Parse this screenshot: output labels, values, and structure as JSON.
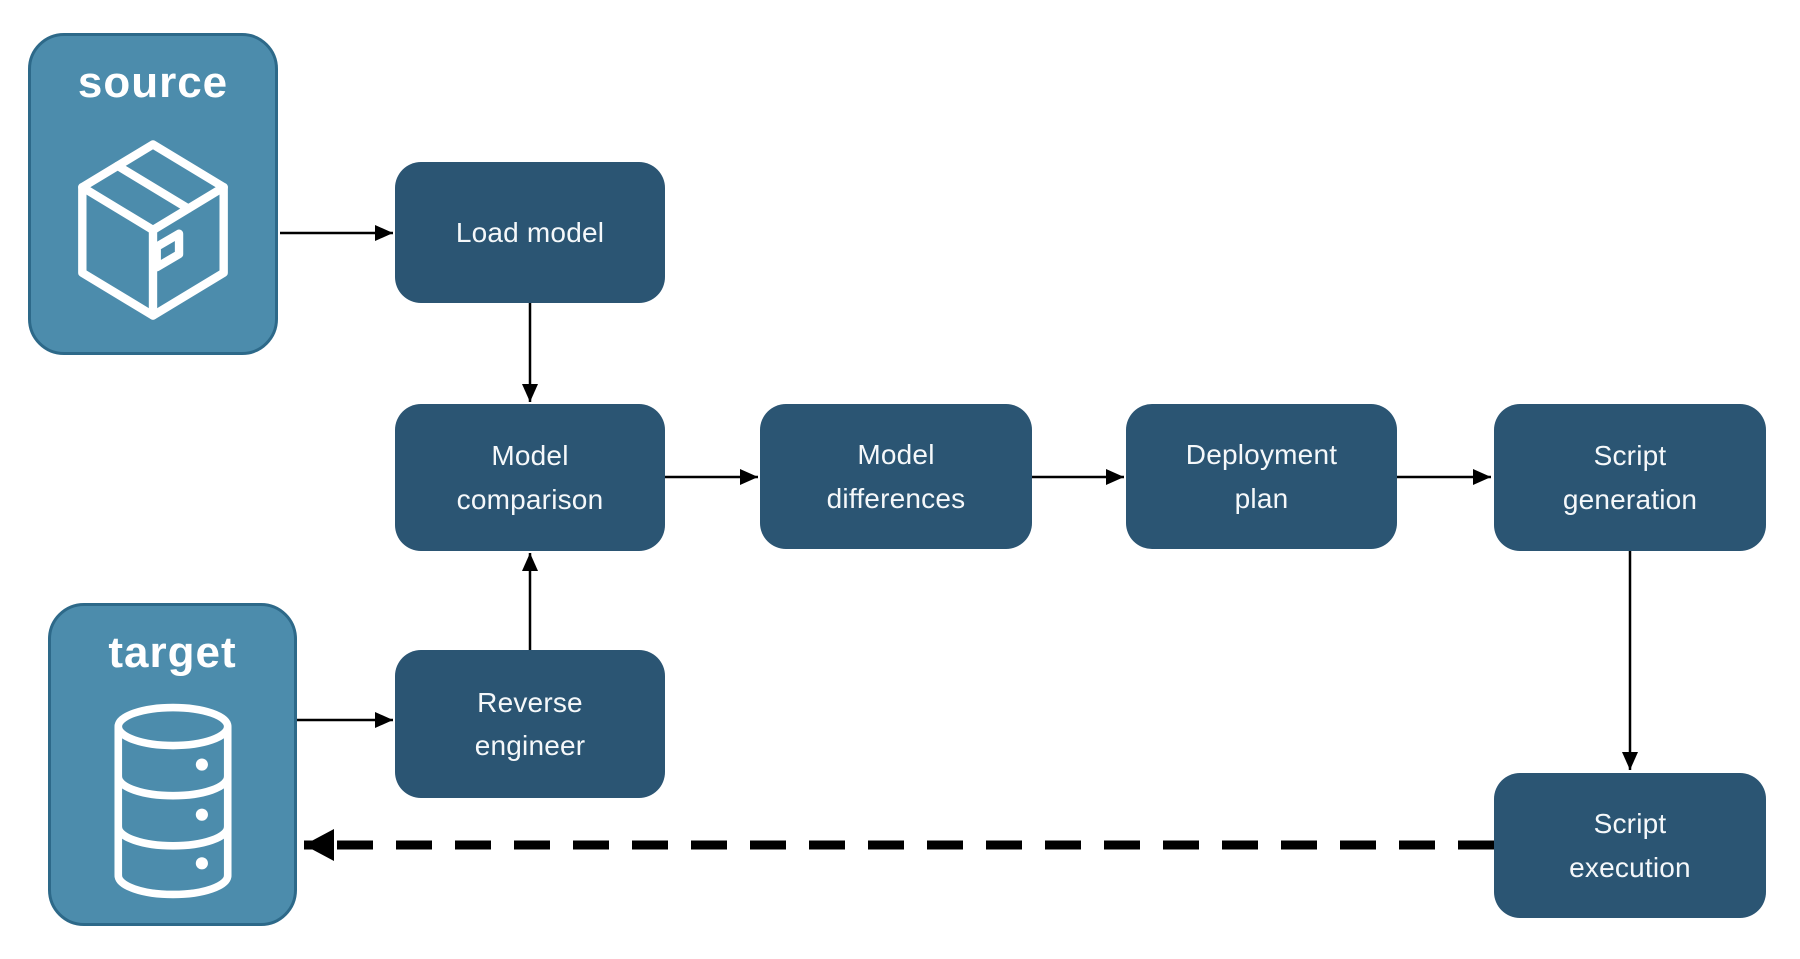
{
  "diagram": {
    "type": "flowchart",
    "background": "#FFFFFF",
    "nodes": {
      "source": {
        "label": "source",
        "kind": "endpoint",
        "icon": "package-icon"
      },
      "target": {
        "label": "target",
        "kind": "endpoint",
        "icon": "database-icon"
      },
      "load_model": {
        "label": "Load model",
        "kind": "step"
      },
      "model_comparison": {
        "label": "Model\ncomparison",
        "kind": "step"
      },
      "model_differences": {
        "label": "Model\ndifferences",
        "kind": "step"
      },
      "deployment_plan": {
        "label": "Deployment\nplan",
        "kind": "step"
      },
      "script_generation": {
        "label": "Script\ngeneration",
        "kind": "step"
      },
      "reverse_engineer": {
        "label": "Reverse\nengineer",
        "kind": "step"
      },
      "script_execution": {
        "label": "Script\nexecution",
        "kind": "step"
      }
    },
    "edges": [
      {
        "from": "source",
        "to": "load_model",
        "style": "solid"
      },
      {
        "from": "load_model",
        "to": "model_comparison",
        "style": "solid"
      },
      {
        "from": "target",
        "to": "reverse_engineer",
        "style": "solid"
      },
      {
        "from": "reverse_engineer",
        "to": "model_comparison",
        "style": "solid"
      },
      {
        "from": "model_comparison",
        "to": "model_differences",
        "style": "solid"
      },
      {
        "from": "model_differences",
        "to": "deployment_plan",
        "style": "solid"
      },
      {
        "from": "deployment_plan",
        "to": "script_generation",
        "style": "solid"
      },
      {
        "from": "script_generation",
        "to": "script_execution",
        "style": "solid"
      },
      {
        "from": "script_execution",
        "to": "target",
        "style": "dashed"
      }
    ],
    "colors": {
      "step_fill": "#2B5573",
      "endpoint_fill": "#4C8CAC",
      "endpoint_border": "#2D6989",
      "text": "#F5F8FA",
      "arrow": "#000000"
    }
  }
}
